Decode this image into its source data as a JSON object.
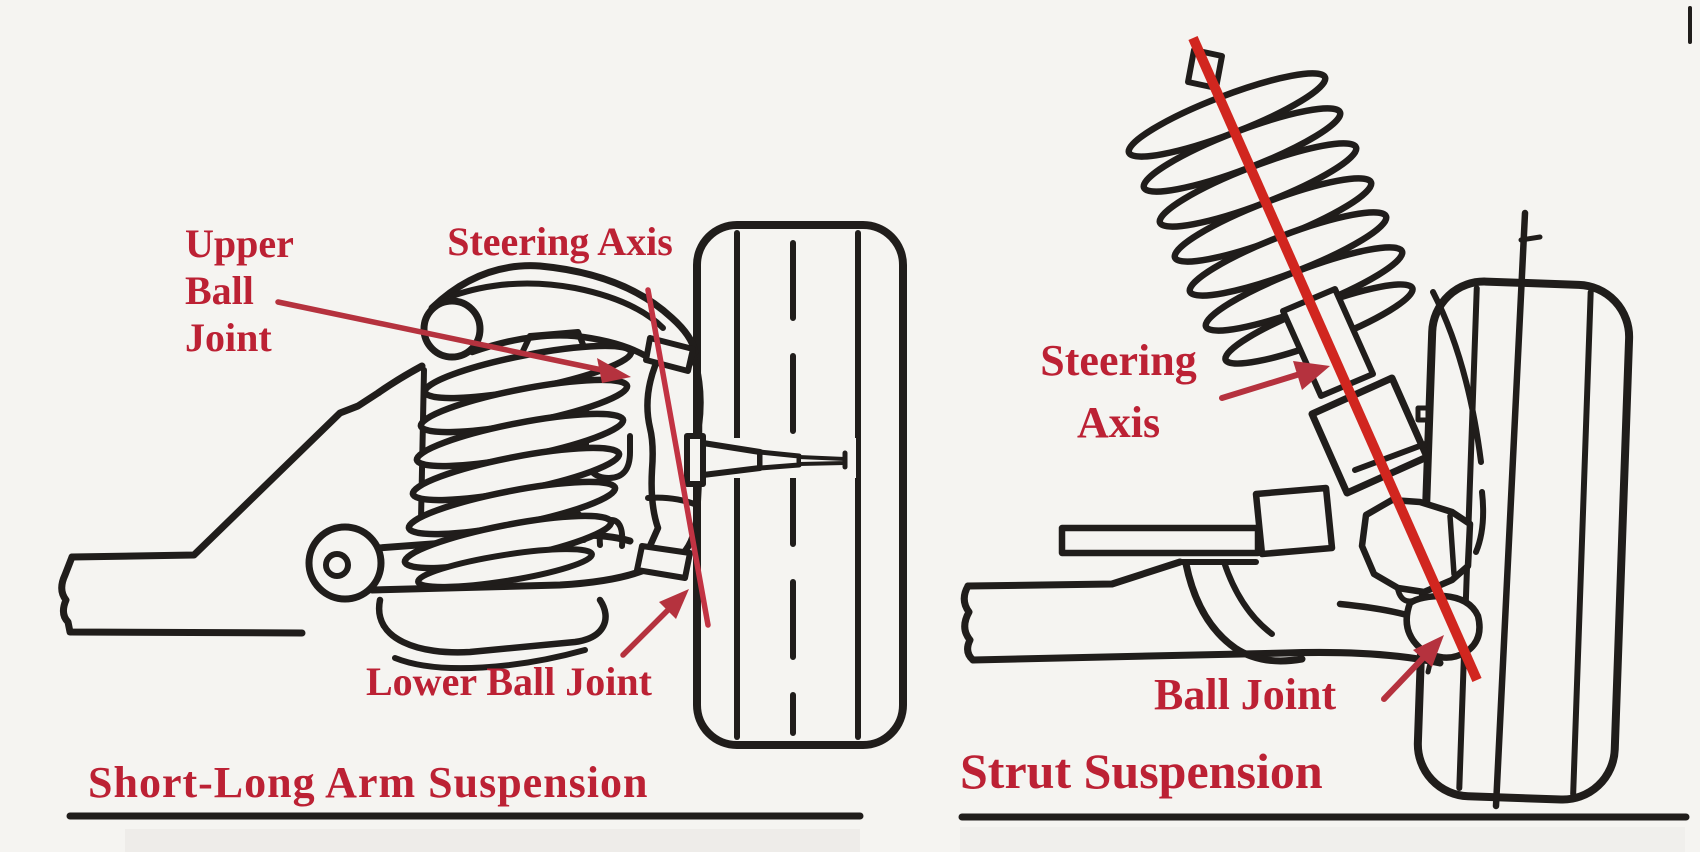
{
  "figure": {
    "colors": {
      "background": "#f5f4f1",
      "ink": "#201d1b",
      "red_text": "#bc2134",
      "red_arrow": "#b5323e",
      "red_line": "#d1261f",
      "red_line_left": "#c23343",
      "paper_edge": "#eceae7"
    }
  },
  "left_diagram": {
    "caption": "Short-Long Arm Suspension",
    "labels": {
      "upper_ball_joint_lines": [
        "Upper",
        "Ball",
        "Joint"
      ],
      "steering_axis": "Steering Axis",
      "lower_ball_joint": "Lower Ball Joint"
    }
  },
  "right_diagram": {
    "caption": "Strut Suspension",
    "labels": {
      "steering_axis_lines": [
        "Steering",
        "Axis"
      ],
      "ball_joint": "Ball Joint"
    }
  }
}
